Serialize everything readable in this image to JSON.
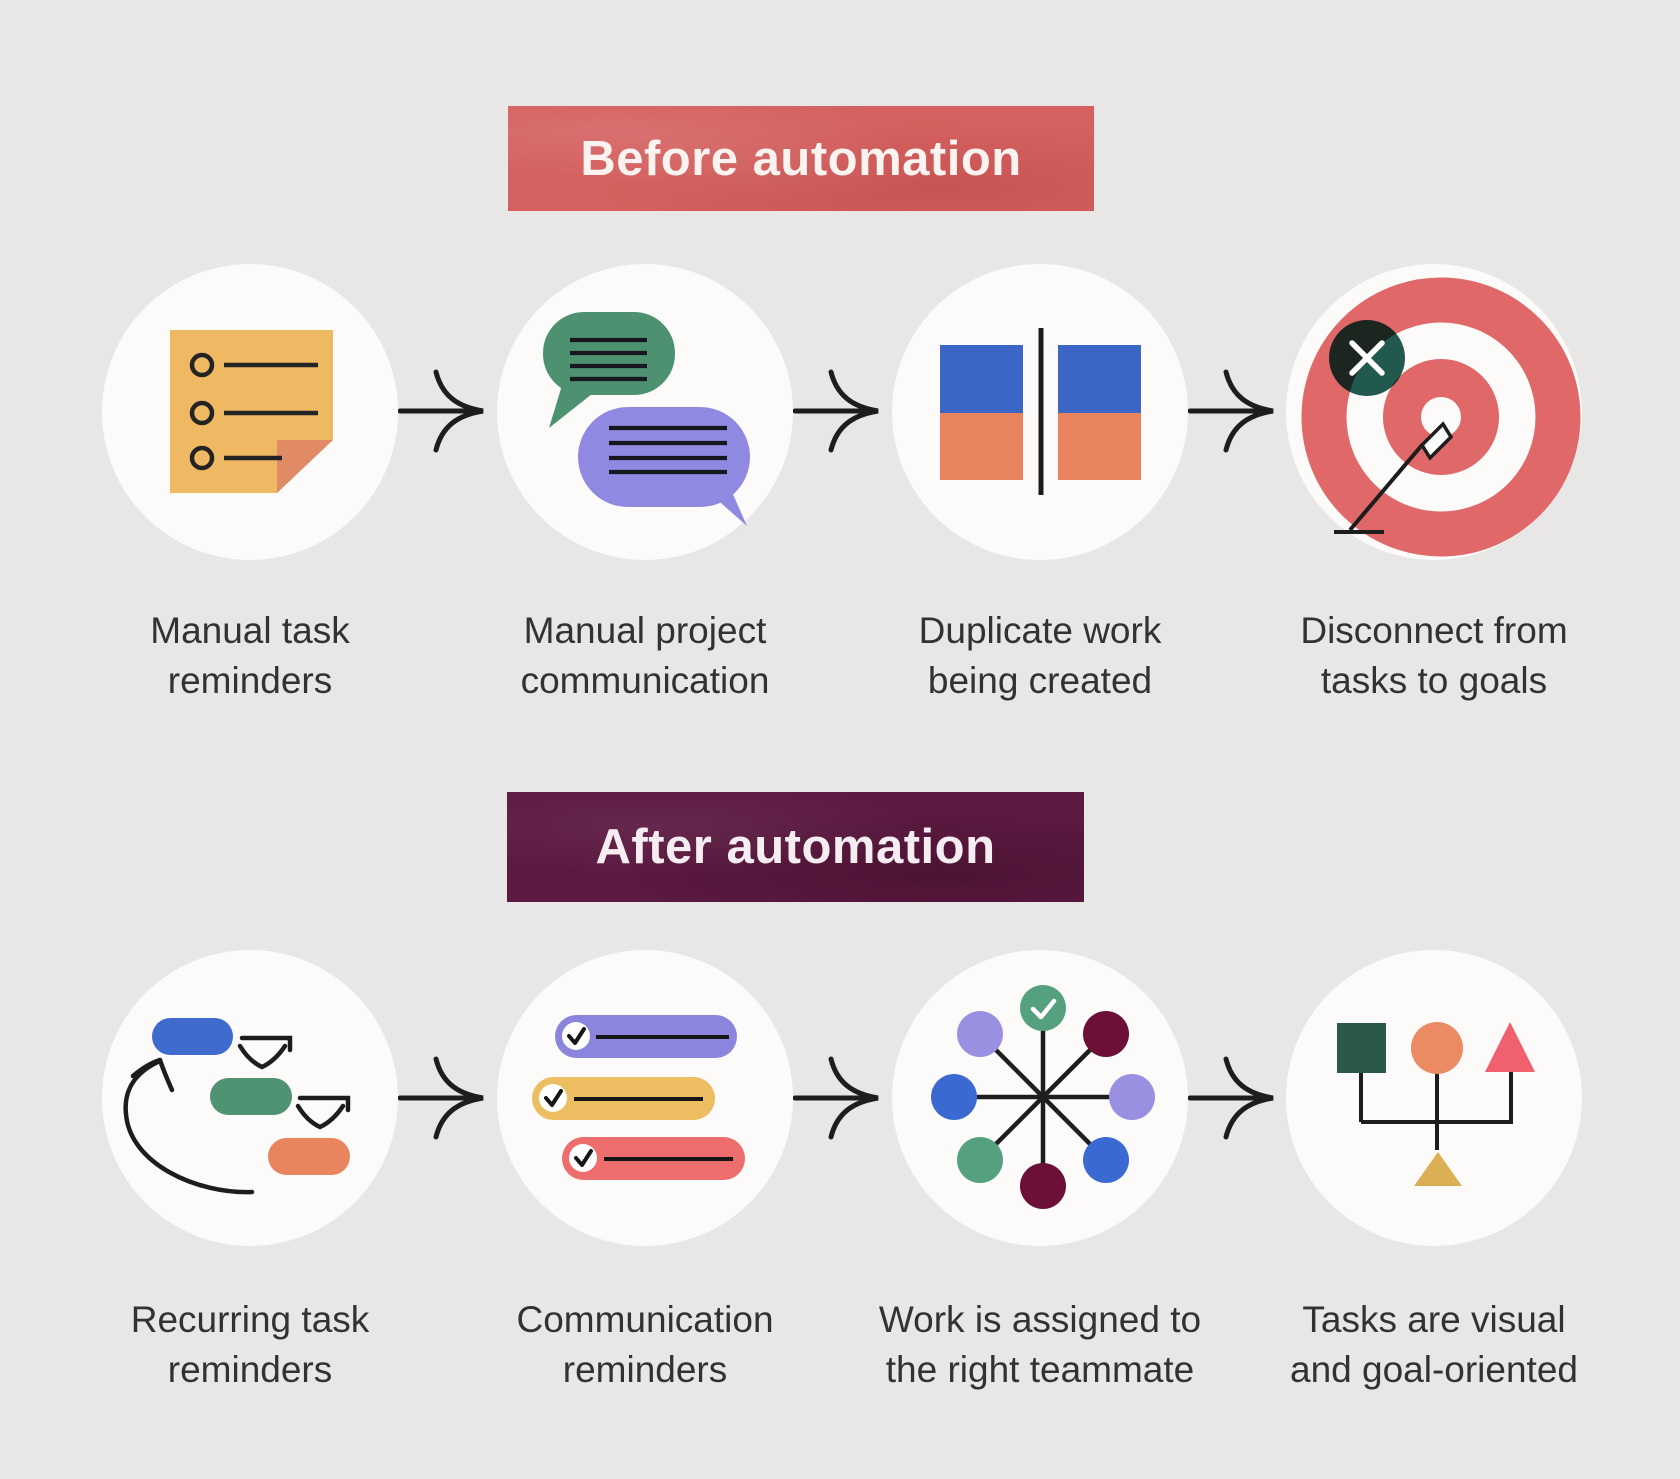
{
  "infographic": {
    "background_color": "#e9e7e5",
    "circle_color": "#fcfbfa",
    "line_color": "#1d1d1d",
    "caption_color": "#333134"
  },
  "sections": [
    {
      "banner": {
        "label": "Before automation",
        "bg_color": "#d4605f",
        "text_color": "#fbf3f0"
      },
      "steps": [
        {
          "icon": "task-list-note",
          "caption_line1": "Manual task",
          "caption_line2": "reminders"
        },
        {
          "icon": "chat-bubbles",
          "caption_line1": "Manual project",
          "caption_line2": "communication"
        },
        {
          "icon": "duplicate-cards",
          "caption_line1": "Duplicate work",
          "caption_line2": "being created"
        },
        {
          "icon": "target-miss",
          "caption_line1": "Disconnect from",
          "caption_line2": "tasks to goals"
        }
      ]
    },
    {
      "banner": {
        "label": "After automation",
        "bg_color": "#5c1a41",
        "text_color": "#f6edf2"
      },
      "steps": [
        {
          "icon": "recurring-flow",
          "caption_line1": "Recurring task",
          "caption_line2": "reminders"
        },
        {
          "icon": "reminder-bars",
          "caption_line1": "Communication",
          "caption_line2": "reminders"
        },
        {
          "icon": "assignment-network",
          "caption_line1": "Work is assigned to",
          "caption_line2": "the right teammate"
        },
        {
          "icon": "visual-goals",
          "caption_line1": "Tasks are visual",
          "caption_line2": "and goal-oriented"
        }
      ]
    }
  ],
  "palette": {
    "note_yellow": "#efb964",
    "note_fold_salmon": "#e18a66",
    "bubble_green": "#4d9170",
    "bubble_purple": "#9089e2",
    "card_blue": "#3b66c5",
    "card_orange": "#e8835e",
    "target_red": "#e06868",
    "x_badge_green": "#155147",
    "pill_blue": "#3f6ace",
    "pill_green": "#4f9372",
    "pill_orange": "#e8855f",
    "bar_purple": "#8b85de",
    "bar_yellow": "#edbd62",
    "bar_red": "#ee6d6d",
    "node_green": "#55a07e",
    "node_maroon": "#6d1037",
    "node_lavender": "#9a90e1",
    "node_blue": "#3a6ad1",
    "shape_green": "#2a594a",
    "shape_salmon": "#ec8a63",
    "shape_red": "#f0606e",
    "shape_gold": "#dcaf55"
  }
}
